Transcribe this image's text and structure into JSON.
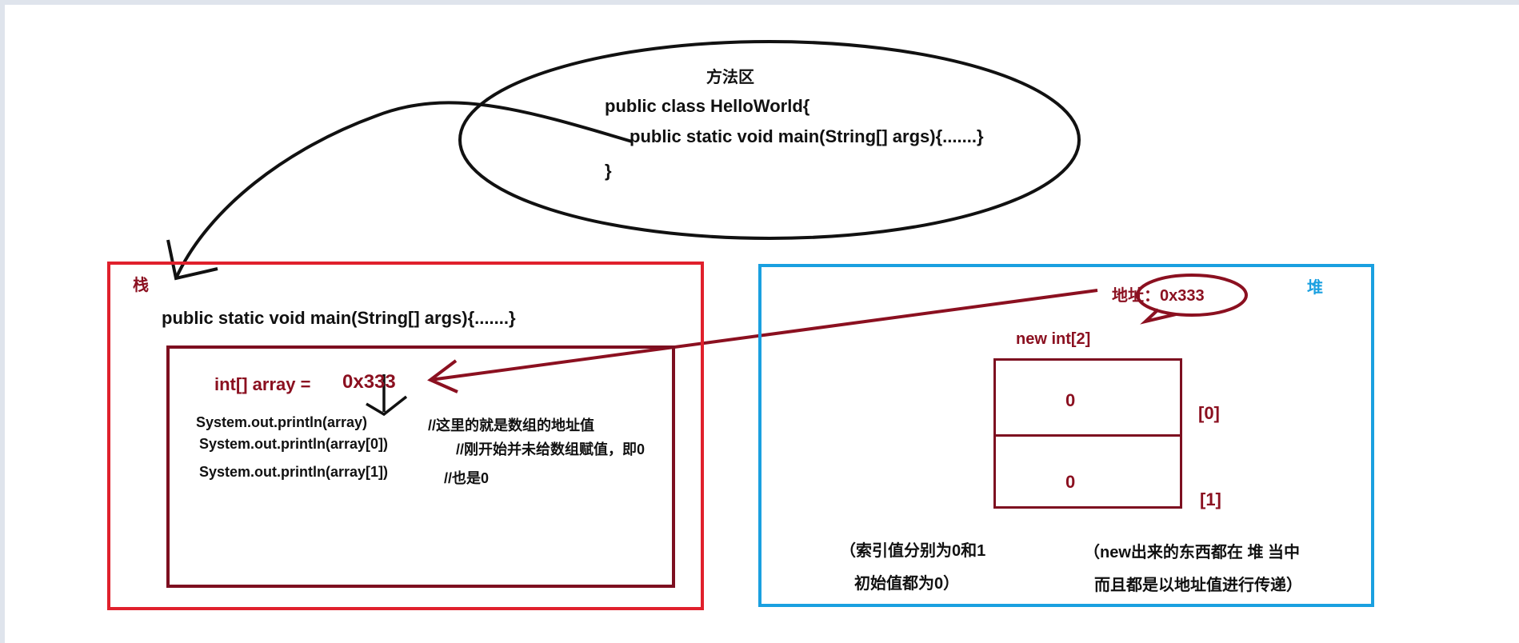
{
  "method_area": {
    "title": "方法区",
    "line1": "public class HelloWorld{",
    "line2": "public static void main(String[] args){.......}",
    "line3": "}"
  },
  "stack": {
    "label": "栈",
    "method_sig": "public static void main(String[] args){.......}",
    "decl_label": "int[] array =",
    "decl_value": "0x333",
    "code_lines": [
      {
        "code": "System.out.println(array)",
        "comment": "//这里的就是数组的地址值"
      },
      {
        "code": "System.out.println(array[0])",
        "comment": "//刚开始并未给数组赋值，即0"
      },
      {
        "code": "System.out.println(array[1])",
        "comment": "//也是0"
      }
    ]
  },
  "heap": {
    "label": "堆",
    "address_bubble": "地址：0x333",
    "new_expr": "new int[2]",
    "cells": [
      {
        "value": "0",
        "index": "[0]"
      },
      {
        "value": "0",
        "index": "[1]"
      }
    ],
    "note_left_1": "（索引值分别为0和1",
    "note_left_2": "初始值都为0）",
    "note_right_1": "（new出来的东西都在 堆 当中",
    "note_right_2": "而且都是以地址值进行传递）"
  },
  "colors": {
    "stack_border": "#e0202c",
    "frame_border": "#7d0f20",
    "heap_border": "#1aa0e0",
    "accent_red": "#8b1020",
    "ink": "#111111"
  }
}
